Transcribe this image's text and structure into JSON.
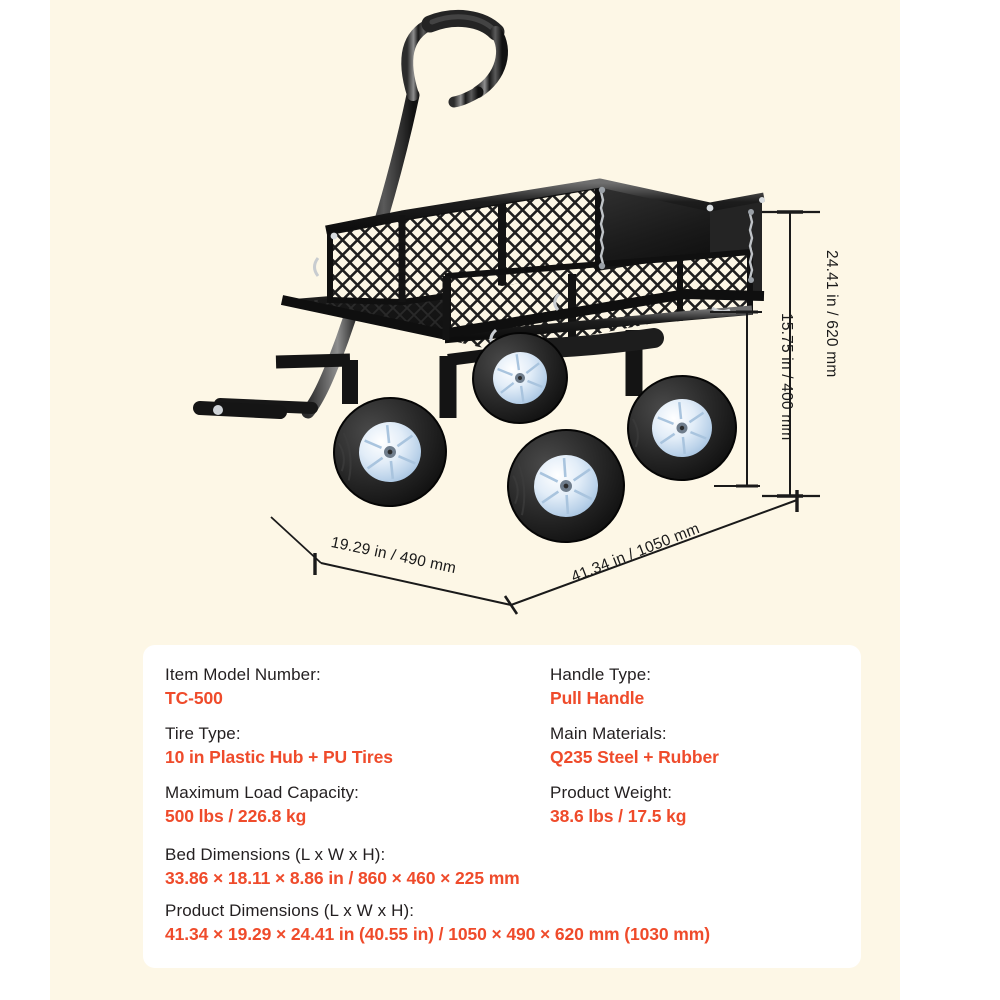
{
  "colors": {
    "page_background": "#ffffff",
    "panel_background": "#fdf7e6",
    "card_background": "#ffffff",
    "label_text": "#231f20",
    "value_text": "#ef4b2b",
    "dimension_line": "#1a1a1a",
    "cart_body": "#1b1b1b",
    "wheel_hub": "#cfe0f2"
  },
  "product": {
    "type": "garden utility cart",
    "illustration_alt": "Black steel mesh garden wagon cart with removable sides, pull handle and four pneumatic wheels"
  },
  "dimensions": {
    "height_overall": "24.41 in / 620 mm",
    "height_bed": "15.75 in / 400 mm",
    "width": "19.29 in / 490 mm",
    "length": "41.34 in / 1050 mm"
  },
  "specs": {
    "left_column": [
      {
        "label": "Item Model Number:",
        "value": "TC-500"
      },
      {
        "label": "Tire Type:",
        "value": "10 in Plastic Hub + PU Tires"
      },
      {
        "label": "Maximum Load Capacity:",
        "value": "500 lbs / 226.8 kg"
      }
    ],
    "right_column": [
      {
        "label": "Handle Type:",
        "value": "Pull Handle"
      },
      {
        "label": "Main Materials:",
        "value": "Q235 Steel + Rubber"
      },
      {
        "label": "Product Weight:",
        "value": "38.6 lbs / 17.5 kg"
      }
    ],
    "wide_rows": [
      {
        "label": "Bed Dimensions (L x W x H):",
        "value": "33.86 × 18.11 × 8.86 in / 860 × 460 × 225 mm"
      },
      {
        "label": "Product Dimensions (L x W x H):",
        "value": "41.34 × 19.29 × 24.41 in (40.55 in) / 1050 × 490 × 620 mm (1030 mm)"
      }
    ]
  }
}
